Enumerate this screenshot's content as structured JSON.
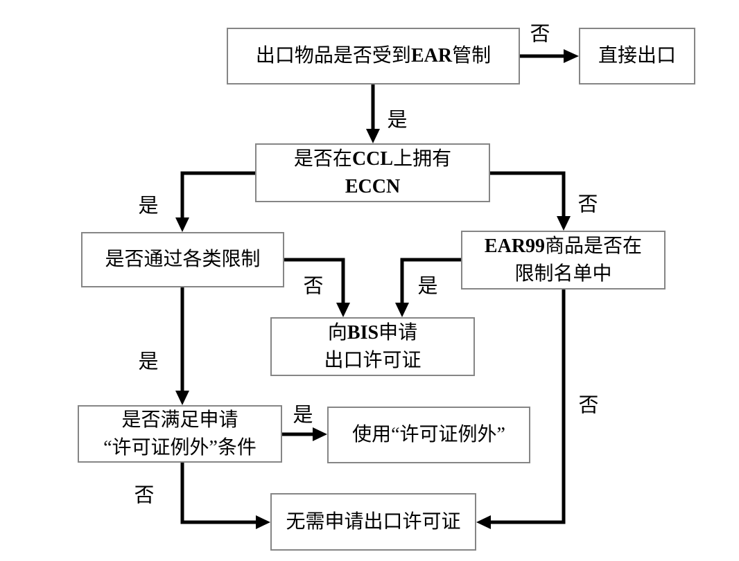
{
  "diagram_title": "EAR export control decision flowchart",
  "colors": {
    "background": "#ffffff",
    "line": "#000000",
    "box_border": "#858585",
    "text": "#000000"
  },
  "labels": {
    "yes": "是",
    "no": "否"
  },
  "nodes": {
    "ear_check": {
      "line1": [
        {
          "text": "出口物品是否受到"
        },
        {
          "text": "EAR",
          "bold": true
        },
        {
          "text": "管制"
        }
      ]
    },
    "direct_export": {
      "line1": [
        {
          "text": "直接出口"
        }
      ]
    },
    "ccl_check": {
      "line1": [
        {
          "text": "是否在"
        },
        {
          "text": "CCL",
          "bold": true
        },
        {
          "text": "上拥有"
        }
      ],
      "line2": [
        {
          "text": "ECCN",
          "bold": true
        }
      ]
    },
    "restrictions_check": {
      "line1": [
        {
          "text": "是否通过各类限制"
        }
      ]
    },
    "ear99_check": {
      "line1": [
        {
          "text": "EAR99",
          "bold": true
        },
        {
          "text": "商品是否在"
        }
      ],
      "line2": [
        {
          "text": "限制名单中"
        }
      ]
    },
    "bis_apply": {
      "line1": [
        {
          "text": "向"
        },
        {
          "text": "BIS",
          "bold": true
        },
        {
          "text": "申请"
        }
      ],
      "line2": [
        {
          "text": "出口许可证"
        }
      ]
    },
    "exception_check": {
      "line1": [
        {
          "text": "是否满足申请"
        }
      ],
      "line2": [
        {
          "text": "“许可证例外”条件"
        }
      ]
    },
    "use_exception": {
      "line1": [
        {
          "text": "使用“许可证例外”"
        }
      ]
    },
    "no_license": {
      "line1": [
        {
          "text": "无需申请出口许可证"
        }
      ]
    }
  }
}
